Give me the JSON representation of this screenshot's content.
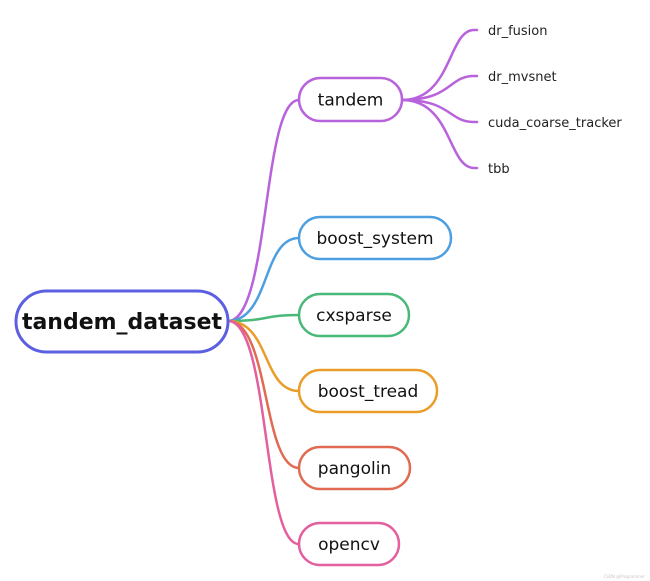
{
  "root": {
    "label": "tandem_dataset",
    "color": "#5b5fe0"
  },
  "branches": [
    {
      "label": "tandem",
      "color": "#b863dc",
      "children": [
        "dr_fusion",
        "dr_mvsnet",
        "cuda_coarse_tracker",
        "tbb"
      ]
    },
    {
      "label": "boost_system",
      "color": "#4d9fe0",
      "children": []
    },
    {
      "label": "cxsparse",
      "color": "#49b878",
      "children": []
    },
    {
      "label": "boost_tread",
      "color": "#eb9d2a",
      "children": []
    },
    {
      "label": "pangolin",
      "color": "#e06b52",
      "children": []
    },
    {
      "label": "opencv",
      "color": "#e35f9e",
      "children": []
    }
  ],
  "watermark": "CSDN @Programmer"
}
